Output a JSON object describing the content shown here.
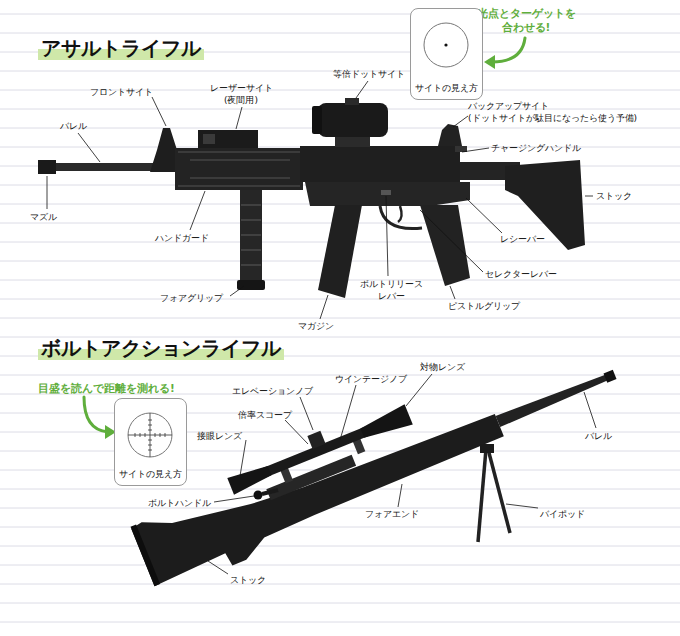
{
  "diagram": {
    "nodes": [
      {
        "text": [
          "サイトの見え方"
        ]
      },
      {
        "text": [
          "サイトの見え方"
        ]
      }
    ],
    "labels": [
      "アサルトライフル",
      "光点とターゲットを 合わせる!",
      "等倍ドットサイト",
      "フロントサイト",
      "レーザーサイト (夜間用)",
      "バレル",
      "バックアップサイト (ドットサイトが駄目になったら使う予備)",
      "チャージングハンドル",
      "ストック",
      "マズル",
      "ハンドガード",
      "レシーバー",
      "セレクターレバー",
      "フォアグリップ",
      "ボルトリリース レバー",
      "ピストルグリップ",
      "マガジン",
      "ボルトアクションライフル",
      "目盛を読んで距離を測れる!",
      "対物レンズ",
      "エレベーションノブ",
      "ウインテージノブ",
      "倍率スコープ",
      "接眼レンズ",
      "バレル",
      "ボルトハンドル",
      "フォアエンド",
      "バイポッド",
      "ストック"
    ]
  }
}
